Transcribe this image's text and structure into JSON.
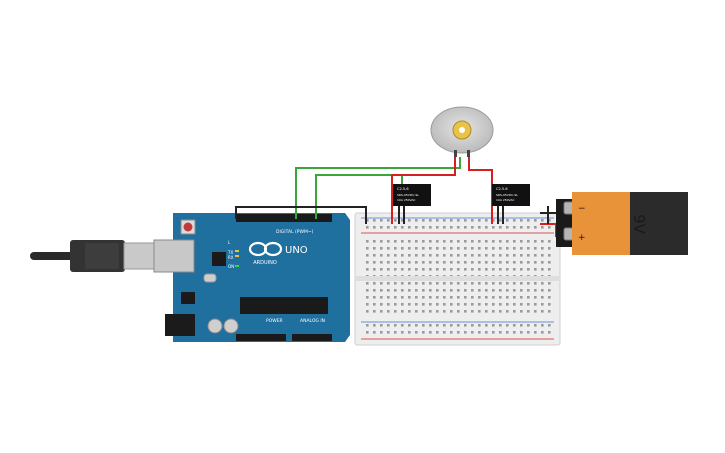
{
  "arduino": {
    "brand_label": "ARDUINO",
    "model_label": "UNO",
    "digital_header_label": "DIGITAL (PWM~)",
    "power_label": "POWER",
    "analog_label": "ANALOG IN",
    "on_label": "ON",
    "tx_label": "TX",
    "rx_label": "RX",
    "l_label": "L"
  },
  "battery": {
    "voltage_label": "9V",
    "plus_label": "+",
    "minus_label": "−"
  },
  "relays": {
    "label_top": "C2-5-6",
    "label_mid": "SRS-05VDC-SL",
    "label_bot": "10A 250VAC"
  },
  "colors": {
    "arduino_board": "#1f6f9f",
    "wire_green": "#3aa63a",
    "wire_black": "#222222",
    "wire_red": "#d62020",
    "battery_orange": "#e8923a",
    "battery_dark": "#2b2b2b"
  }
}
